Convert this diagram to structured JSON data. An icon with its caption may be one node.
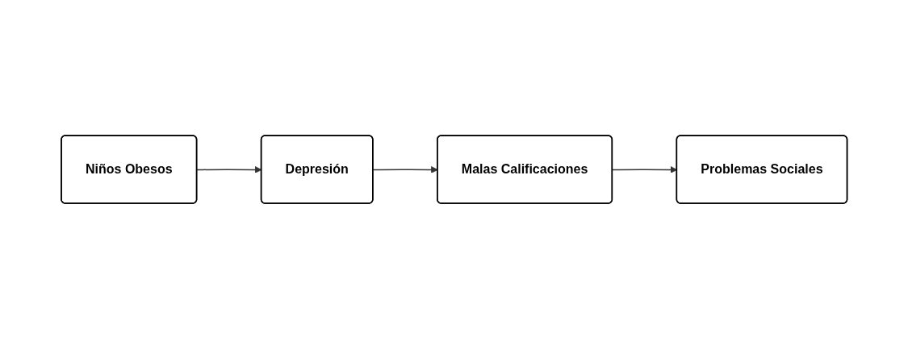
{
  "diagram": {
    "nodes": [
      {
        "text": [
          "Niños Obesos"
        ]
      },
      {
        "text": [
          "Depresión"
        ]
      },
      {
        "text": [
          "Malas Calificaciones"
        ]
      },
      {
        "text": [
          "Problemas Sociales"
        ]
      }
    ],
    "edges": [
      {
        "from": 0,
        "to": 1,
        "arrow": "to"
      },
      {
        "from": 1,
        "to": 2,
        "arrow": "to"
      },
      {
        "from": 2,
        "to": 3,
        "arrow": "to"
      }
    ]
  }
}
